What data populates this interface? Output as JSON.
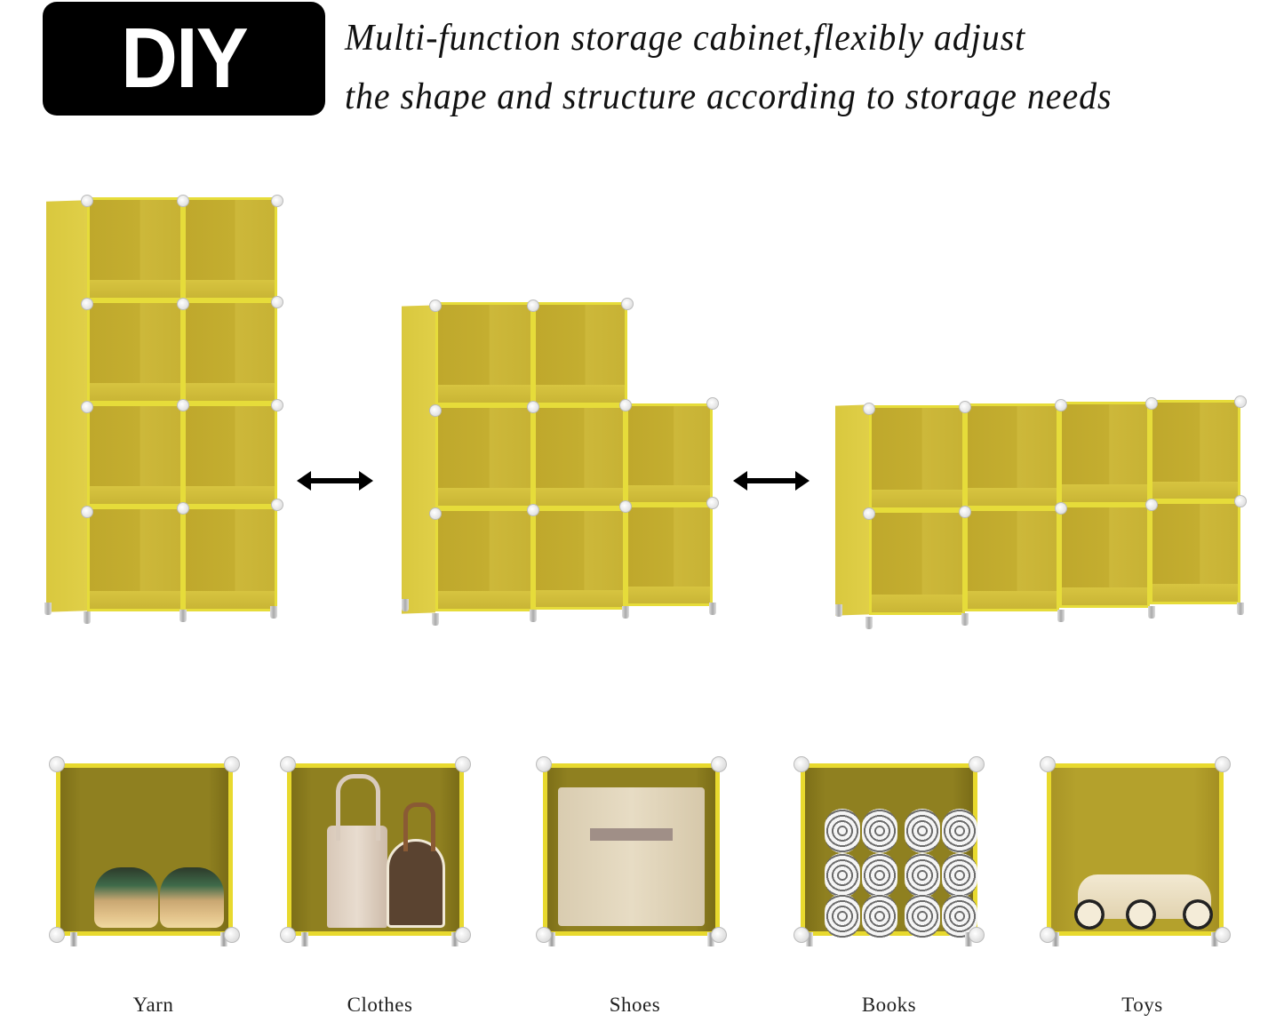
{
  "header": {
    "badge": "DIY",
    "headline_line1": "Multi-function storage cabinet,flexibly adjust",
    "headline_line2": "the shape and structure according to storage needs"
  },
  "configurations": [
    {
      "name": "tall-2x4",
      "columns": 2,
      "rows": 4,
      "cubes": 8
    },
    {
      "name": "staircase-3-3-2",
      "columns": 3,
      "rows": 3,
      "cubes": 8
    },
    {
      "name": "wide-4x2",
      "columns": 4,
      "rows": 2,
      "cubes": 8
    }
  ],
  "arrows": [
    {
      "icon": "double-arrow-icon"
    },
    {
      "icon": "double-arrow-icon"
    }
  ],
  "usages": [
    {
      "label": "Yarn",
      "content": "sneakers"
    },
    {
      "label": "Clothes",
      "content": "handbags"
    },
    {
      "label": "Shoes",
      "content": "storage-box"
    },
    {
      "label": "Books",
      "content": "rolled-towels"
    },
    {
      "label": "Toys",
      "content": "toy-car"
    }
  ],
  "colors": {
    "cabinet_yellow": "#c4ae30",
    "edge_yellow": "#e6dc3a",
    "badge_bg": "#000000",
    "text": "#111111"
  }
}
